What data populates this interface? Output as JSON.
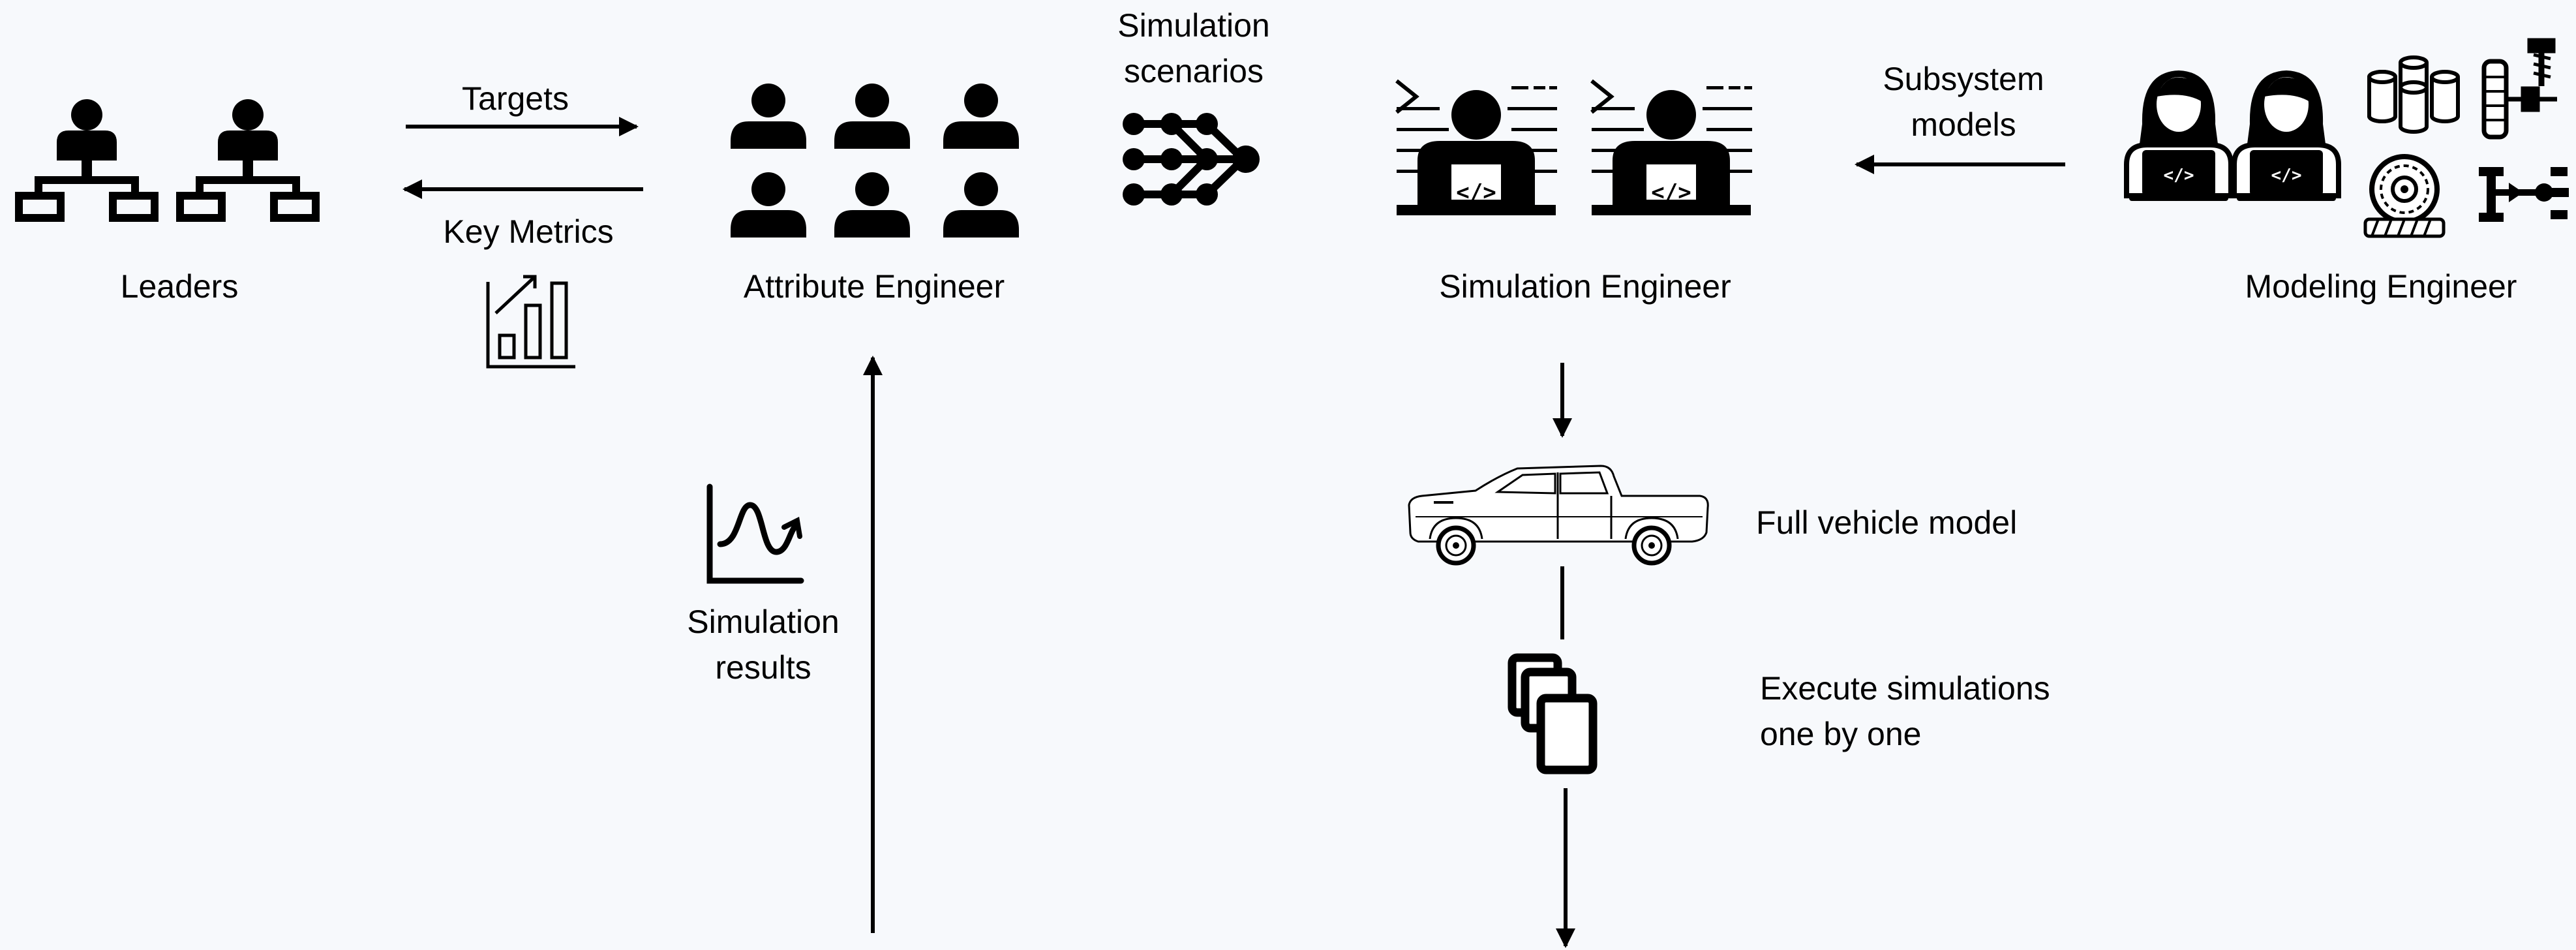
{
  "labels": {
    "leaders": "Leaders",
    "targets": "Targets",
    "key_metrics": "Key Metrics",
    "attribute_engineer": "Attribute Engineer",
    "simulation_scenarios": "Simulation\nscenarios",
    "simulation_engineer": "Simulation Engineer",
    "subsystem_models": "Subsystem\nmodels",
    "modeling_engineer": "Modeling Engineer",
    "simulation_results": "Simulation\nresults",
    "full_vehicle_model": "Full vehicle model",
    "execute_simulations": "Execute simulations\none by one"
  },
  "laptop_code_symbol": "</>",
  "icons": [
    "org-chart-icon",
    "people-group-icon",
    "network-nodes-icon",
    "programmer-screen-icon",
    "developer-person-icon",
    "battery-cells-icon",
    "suspension-icon",
    "tire-icon",
    "axle-icon",
    "bar-chart-icon",
    "wave-graph-icon",
    "pickup-truck-icon",
    "stacked-copies-icon"
  ]
}
